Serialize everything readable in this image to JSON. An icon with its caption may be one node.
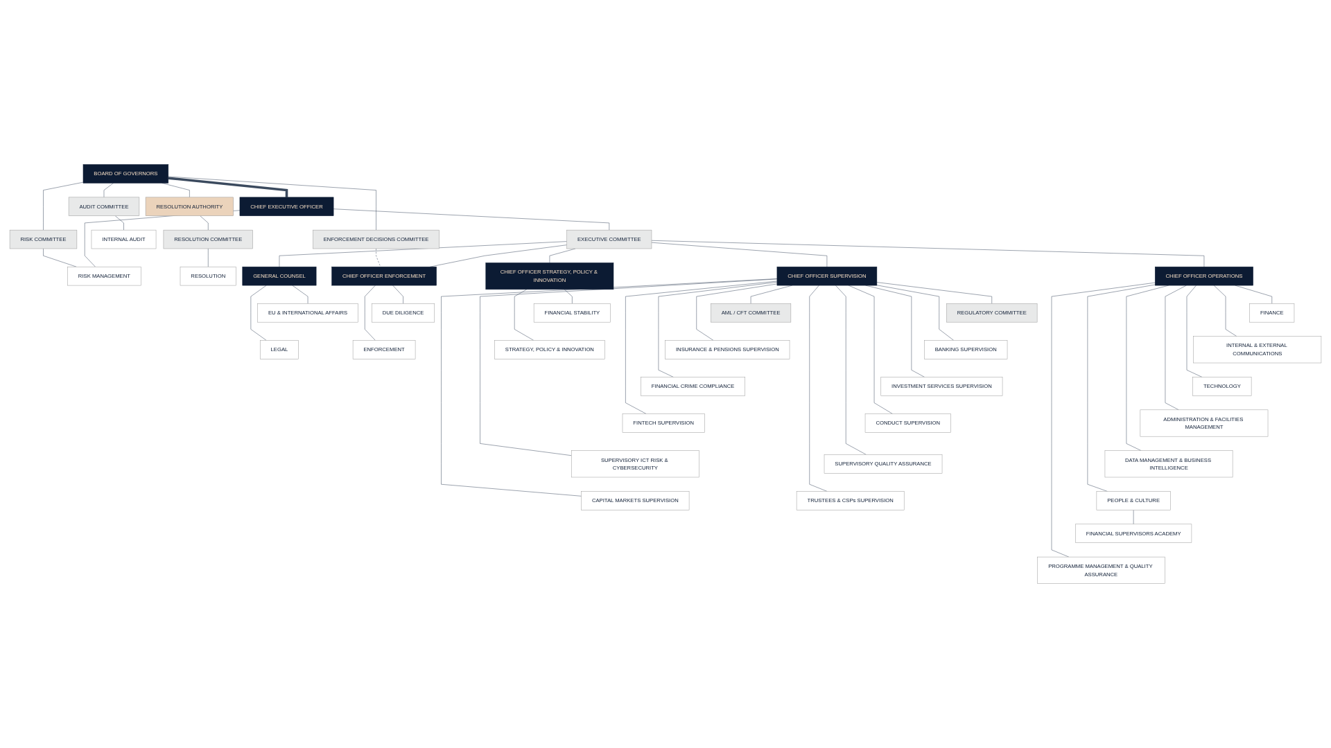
{
  "diagram": {
    "nodes": [
      {
        "text": [
          "BOARD OF GOVERNORS"
        ]
      },
      {
        "text": [
          "RISK COMMITTEE"
        ]
      },
      {
        "text": [
          "ENFORCEMENT DECISIONS COMMITTEE"
        ]
      },
      {
        "text": [
          "AUDIT COMMITTEE"
        ]
      },
      {
        "text": [
          "RESOLUTION AUTHORITY"
        ]
      },
      {
        "text": [
          "INTERNAL AUDIT"
        ]
      },
      {
        "text": [
          "CHIEF EXECUTIVE OFFICER"
        ]
      },
      {
        "text": [
          "RESOLUTION COMMITTEE"
        ]
      },
      {
        "text": [
          "RISK MANAGEMENT"
        ]
      },
      {
        "text": [
          "EXECUTIVE COMMITTEE"
        ]
      },
      {
        "text": [
          "RESOLUTION"
        ]
      },
      {
        "text": [
          "GENERAL COUNSEL"
        ]
      },
      {
        "text": [
          "CHIEF OFFICER ENFORCEMENT"
        ]
      },
      {
        "text": [
          "CHIEF OFFICER SUPERVISION"
        ]
      },
      {
        "text": [
          "CHIEF OFFICER STRATEGY, POLICY & INNOVATION"
        ]
      },
      {
        "text": [
          "CHIEF OFFICER OPERATIONS"
        ]
      },
      {
        "text": [
          "EU & INTERNATIONAL AFFAIRS"
        ]
      },
      {
        "text": [
          "LEGAL"
        ]
      },
      {
        "text": [
          "DUE DILIGENCE"
        ]
      },
      {
        "text": [
          "ENFORCEMENT"
        ]
      },
      {
        "text": [
          "AML / CFT COMMITTEE"
        ]
      },
      {
        "text": [
          "REGULATORY COMMITTEE"
        ]
      },
      {
        "text": [
          "INSURANCE & PENSIONS SUPERVISION"
        ]
      },
      {
        "text": [
          "BANKING SUPERVISION"
        ]
      },
      {
        "text": [
          "FINANCIAL CRIME COMPLIANCE"
        ]
      },
      {
        "text": [
          "INVESTMENT SERVICES SUPERVISION"
        ]
      },
      {
        "text": [
          "FINTECH SUPERVISION"
        ]
      },
      {
        "text": [
          "CONDUCT SUPERVISION"
        ]
      },
      {
        "text": [
          "SUPERVISORY ICT RISK & CYBERSECURITY"
        ]
      },
      {
        "text": [
          "SUPERVISORY QUALITY ASSURANCE"
        ]
      },
      {
        "text": [
          "CAPITAL MARKETS SUPERVISION"
        ]
      },
      {
        "text": [
          "TRUSTEES & CSPs SUPERVISION"
        ]
      },
      {
        "text": [
          "FINANCIAL STABILITY"
        ]
      },
      {
        "text": [
          "STRATEGY, POLICY & INNOVATION"
        ]
      },
      {
        "text": [
          "FINANCE"
        ]
      },
      {
        "text": [
          "INTERNAL & EXTERNAL COMMUNICATIONS"
        ]
      },
      {
        "text": [
          "TECHNOLOGY"
        ]
      },
      {
        "text": [
          "ADMINISTRATION & FACILITIES MANAGEMENT"
        ]
      },
      {
        "text": [
          "DATA MANAGEMENT & BUSINESS INTELLIGENCE"
        ]
      },
      {
        "text": [
          "PEOPLE & CULTURE"
        ]
      },
      {
        "text": [
          "FINANCIAL SUPERVISORS ACADEMY"
        ]
      },
      {
        "text": [
          "PROGRAMME MANAGEMENT & QUALITY ASSURANCE"
        ]
      }
    ],
    "edges": [
      {
        "from": 0,
        "to": 1,
        "arrow": "none"
      },
      {
        "from": 0,
        "to": 2,
        "arrow": "none"
      },
      {
        "from": 0,
        "to": 3,
        "arrow": "none"
      },
      {
        "from": 0,
        "to": 6,
        "arrow": "none",
        "style": "thick"
      },
      {
        "from": 0,
        "to": 4,
        "arrow": "none"
      },
      {
        "from": 3,
        "to": 5,
        "arrow": "none"
      },
      {
        "from": 4,
        "to": 7,
        "arrow": "none"
      },
      {
        "from": 1,
        "to": 8,
        "arrow": "none"
      },
      {
        "from": 6,
        "to": 8,
        "arrow": "none"
      },
      {
        "from": 6,
        "to": 9,
        "arrow": "none"
      },
      {
        "from": 7,
        "to": 10,
        "arrow": "none"
      },
      {
        "from": 2,
        "to": 12,
        "arrow": "none",
        "style": "dashed"
      },
      {
        "from": 9,
        "to": 11,
        "arrow": "none"
      },
      {
        "from": 9,
        "to": 12,
        "arrow": "none"
      },
      {
        "from": 9,
        "to": 13,
        "arrow": "none"
      },
      {
        "from": 9,
        "to": 14,
        "arrow": "none"
      },
      {
        "from": 9,
        "to": 15,
        "arrow": "none"
      },
      {
        "from": 11,
        "to": 16,
        "arrow": "none"
      },
      {
        "from": 11,
        "to": 17,
        "arrow": "none"
      },
      {
        "from": 12,
        "to": 18,
        "arrow": "none"
      },
      {
        "from": 12,
        "to": 19,
        "arrow": "none"
      },
      {
        "from": 13,
        "to": 20,
        "arrow": "none"
      },
      {
        "from": 13,
        "to": 21,
        "arrow": "none"
      },
      {
        "from": 13,
        "to": 22,
        "arrow": "none"
      },
      {
        "from": 13,
        "to": 23,
        "arrow": "none"
      },
      {
        "from": 13,
        "to": 24,
        "arrow": "none"
      },
      {
        "from": 13,
        "to": 25,
        "arrow": "none"
      },
      {
        "from": 13,
        "to": 26,
        "arrow": "none"
      },
      {
        "from": 13,
        "to": 27,
        "arrow": "none"
      },
      {
        "from": 13,
        "to": 28,
        "arrow": "none"
      },
      {
        "from": 13,
        "to": 29,
        "arrow": "none"
      },
      {
        "from": 13,
        "to": 30,
        "arrow": "none"
      },
      {
        "from": 13,
        "to": 31,
        "arrow": "none"
      },
      {
        "from": 14,
        "to": 32,
        "arrow": "none"
      },
      {
        "from": 14,
        "to": 33,
        "arrow": "none"
      },
      {
        "from": 15,
        "to": 34,
        "arrow": "none"
      },
      {
        "from": 15,
        "to": 35,
        "arrow": "none"
      },
      {
        "from": 15,
        "to": 36,
        "arrow": "none"
      },
      {
        "from": 15,
        "to": 37,
        "arrow": "none"
      },
      {
        "from": 15,
        "to": 38,
        "arrow": "none"
      },
      {
        "from": 15,
        "to": 39,
        "arrow": "none"
      },
      {
        "from": 39,
        "to": 40,
        "arrow": "none"
      },
      {
        "from": 15,
        "to": 41,
        "arrow": "none"
      }
    ]
  }
}
